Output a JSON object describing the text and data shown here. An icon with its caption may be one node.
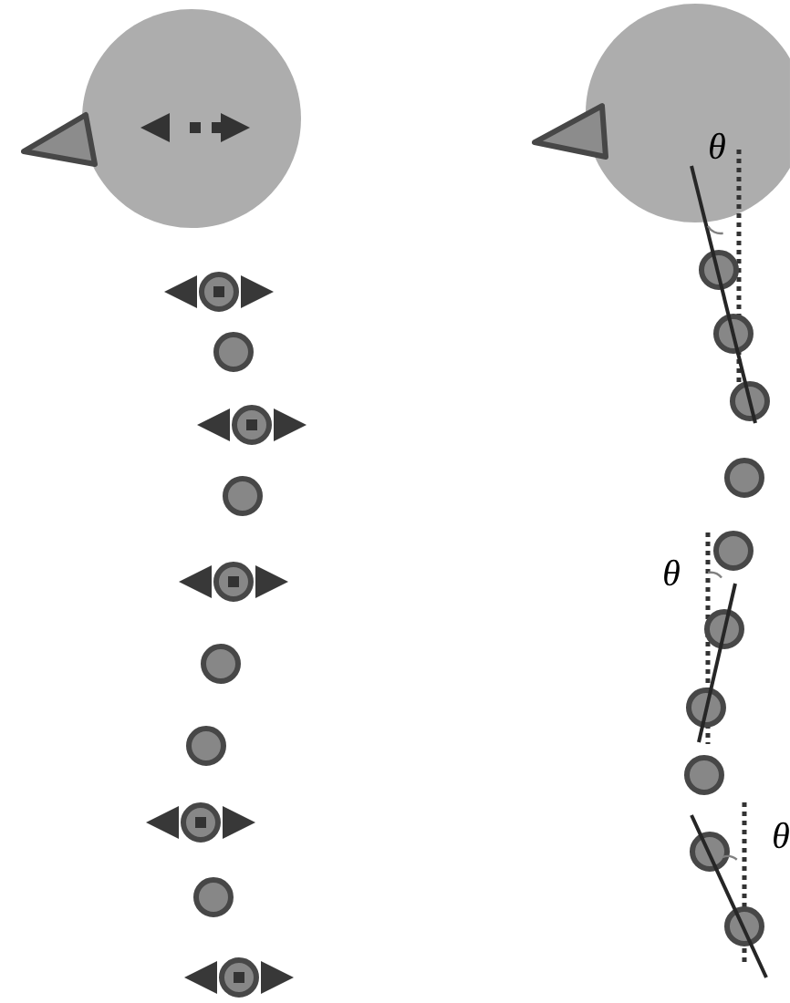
{
  "diagram": {
    "labels": [
      "θ",
      "θ",
      "θ"
    ]
  }
}
